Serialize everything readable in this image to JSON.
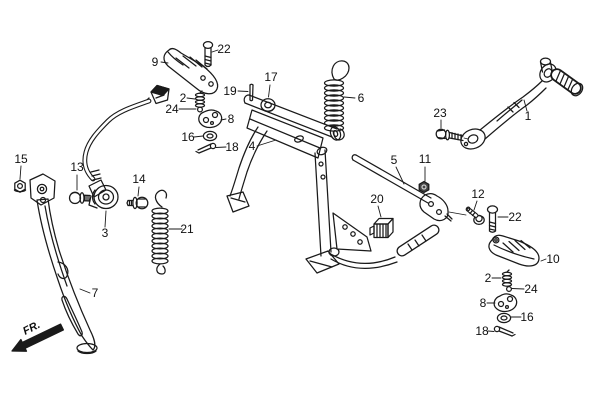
{
  "diagram": {
    "type": "exploded-parts-diagram",
    "description_visible_text_only": true
  },
  "colors": {
    "line": "#1a1a1a",
    "background": "#ffffff",
    "arrow": "#1a1a1a",
    "dark_nut_fill": "#454545"
  },
  "fr_indicator": {
    "label": "FR."
  },
  "labels": {
    "1": "1",
    "2": "2",
    "3": "3",
    "4": "4",
    "5": "5",
    "6": "6",
    "7": "7",
    "8": "8",
    "9": "9",
    "10": "10",
    "11": "11",
    "12": "12",
    "13": "13",
    "14": "14",
    "15": "15",
    "16": "16",
    "17": "17",
    "18": "18",
    "19": "19",
    "20": "20",
    "21": "21",
    "22": "22",
    "23": "23",
    "24": "24"
  }
}
